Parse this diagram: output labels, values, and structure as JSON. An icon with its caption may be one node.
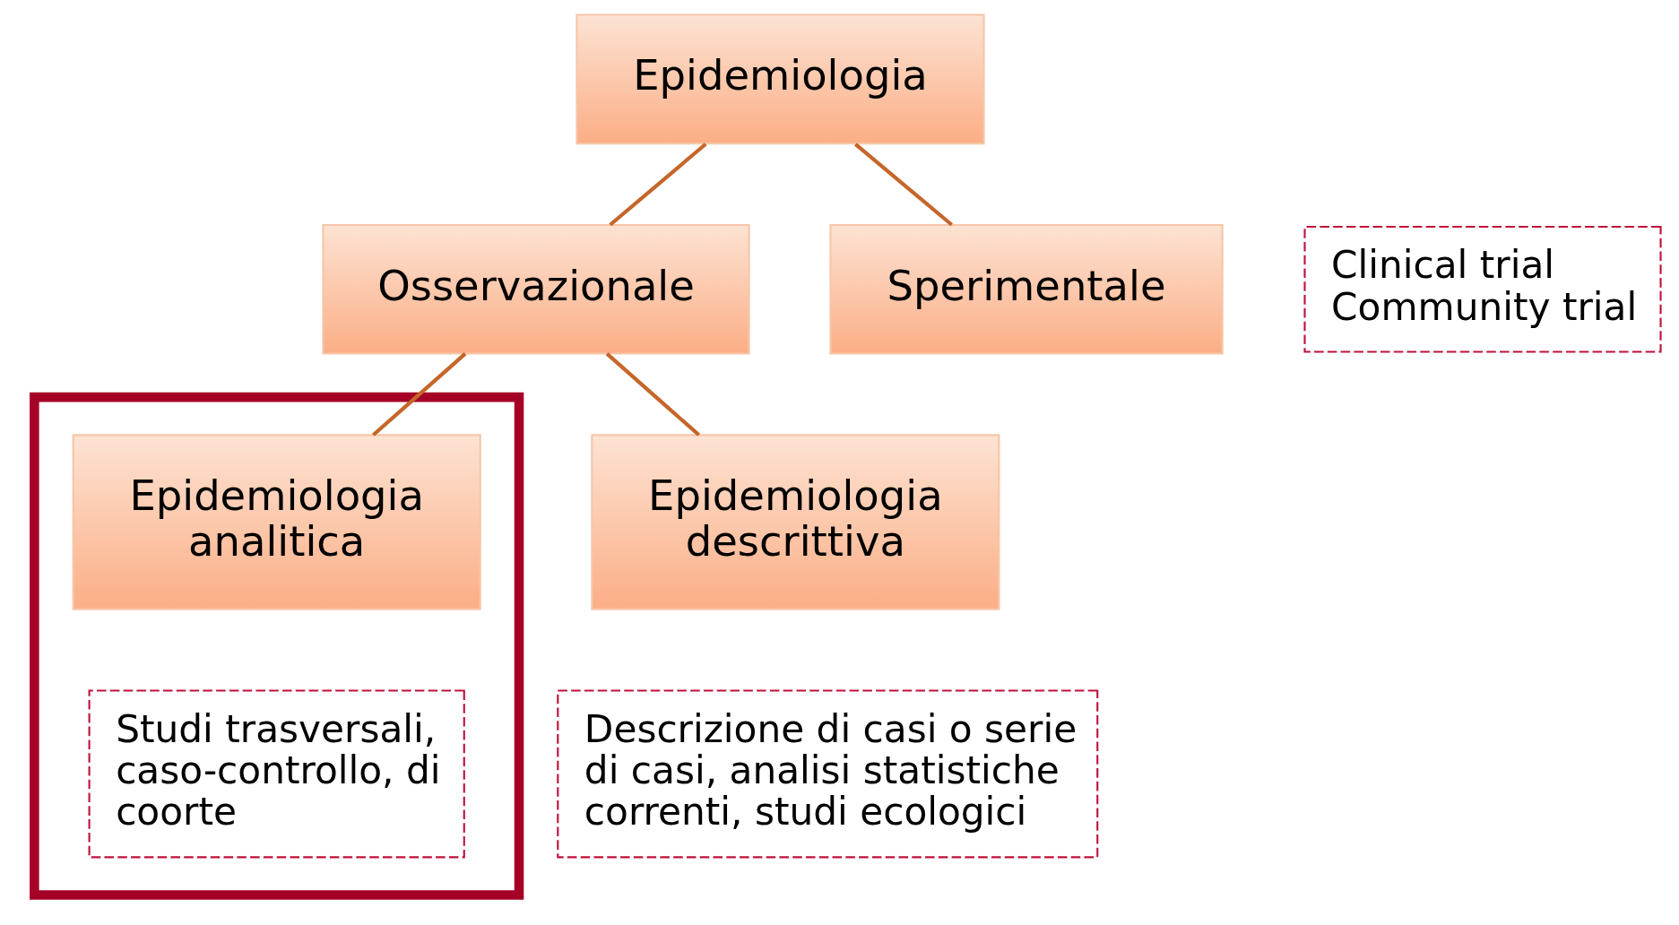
{
  "diagram": {
    "nodes": [
      {
        "text": [
          "Epidemiologia"
        ]
      },
      {
        "text": [
          "Osservazionale"
        ]
      },
      {
        "text": [
          "Sperimentale"
        ]
      },
      {
        "text": [
          "Clinical trial",
          "Community trial"
        ]
      },
      {
        "text": [
          "Epidemiologia descrittiva"
        ]
      },
      {
        "text": [],
        "shape": "box"
      },
      {
        "text": [
          "Epidemiologia analitica"
        ],
        "in": 5
      },
      {
        "text": [
          "Studi trasversali, caso-controllo, di coorte"
        ],
        "in": 5
      },
      {
        "text": [
          "Descrizione di casi o serie di casi, analisi statistiche correnti, studi ecologici"
        ]
      }
    ],
    "edges": [
      {
        "from": 0,
        "to": 1,
        "arrow": "none"
      },
      {
        "from": 0,
        "to": 2,
        "arrow": "none"
      },
      {
        "from": 1,
        "to": 4,
        "arrow": "none"
      },
      {
        "from": 1,
        "to": 6,
        "arrow": "none"
      }
    ]
  }
}
